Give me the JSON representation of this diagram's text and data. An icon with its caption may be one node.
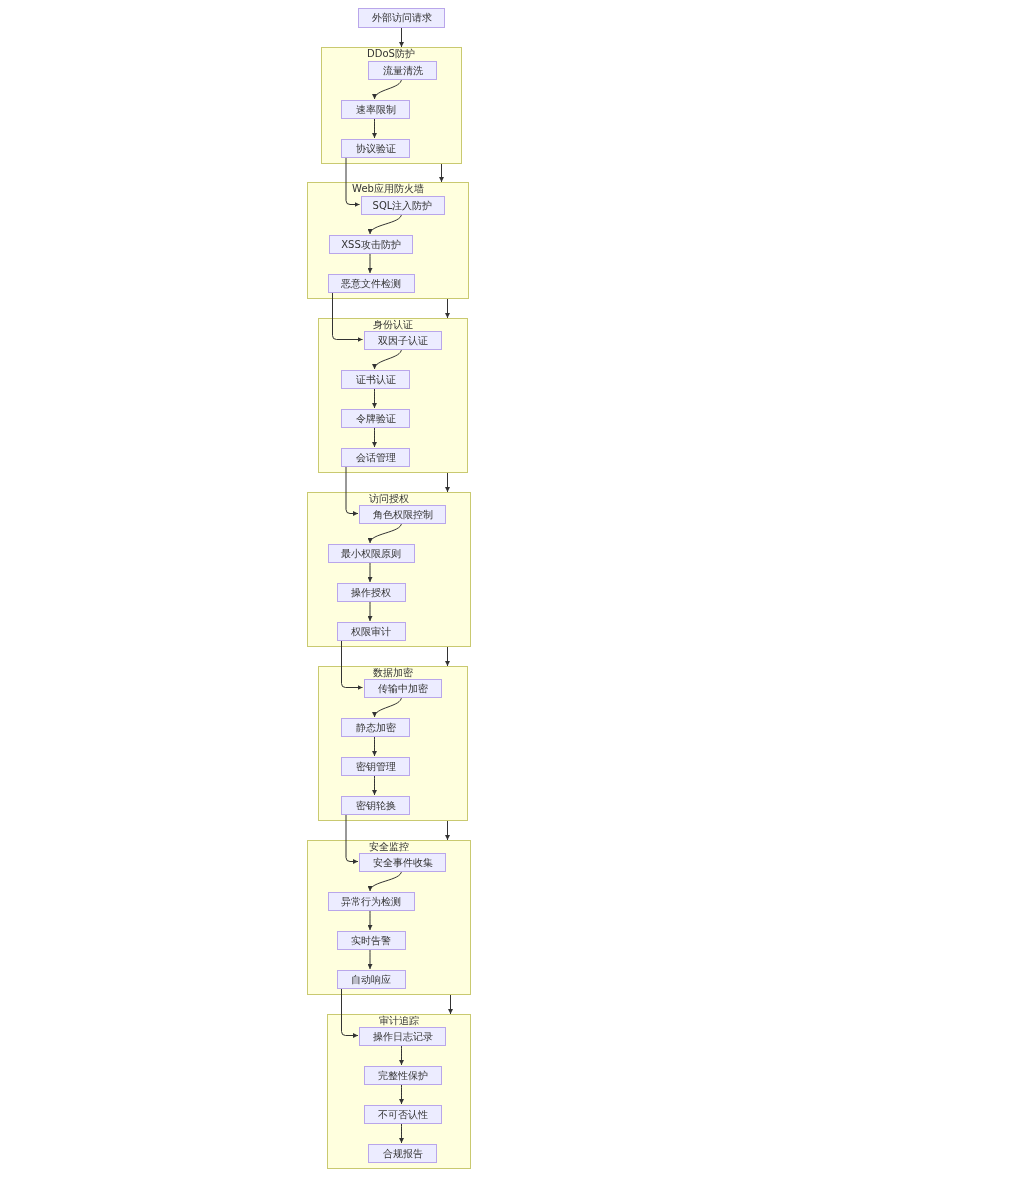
{
  "diagram": {
    "nodes": [
      {
        "text": [
          "外部访问请求"
        ]
      },
      {
        "text": [
          "DDoS防护"
        ]
      },
      {
        "text": [
          "流量清洗"
        ],
        "in": 1
      },
      {
        "text": [
          "速率限制"
        ],
        "in": 1
      },
      {
        "text": [
          "协议验证"
        ],
        "in": 1
      },
      {
        "text": [
          "Web应用防火墙"
        ]
      },
      {
        "text": [
          "SQL注入防护"
        ],
        "in": 5
      },
      {
        "text": [
          "XSS攻击防护"
        ],
        "in": 5
      },
      {
        "text": [
          "恶意文件检测"
        ],
        "in": 5
      },
      {
        "text": [
          "身份认证"
        ]
      },
      {
        "text": [
          "双因子认证"
        ],
        "in": 9
      },
      {
        "text": [
          "证书认证"
        ],
        "in": 9
      },
      {
        "text": [
          "令牌验证"
        ],
        "in": 9
      },
      {
        "text": [
          "会话管理"
        ],
        "in": 9
      },
      {
        "text": [
          "访问授权"
        ]
      },
      {
        "text": [
          "角色权限控制"
        ],
        "in": 14
      },
      {
        "text": [
          "最小权限原则"
        ],
        "in": 14
      },
      {
        "text": [
          "操作授权"
        ],
        "in": 14
      },
      {
        "text": [
          "权限审计"
        ],
        "in": 14
      },
      {
        "text": [
          "数据加密"
        ]
      },
      {
        "text": [
          "传输中加密"
        ],
        "in": 19
      },
      {
        "text": [
          "静态加密"
        ],
        "in": 19
      },
      {
        "text": [
          "密钥管理"
        ],
        "in": 19
      },
      {
        "text": [
          "密钥轮换"
        ],
        "in": 19
      },
      {
        "text": [
          "安全监控"
        ]
      },
      {
        "text": [
          "安全事件收集"
        ],
        "in": 24
      },
      {
        "text": [
          "异常行为检测"
        ],
        "in": 24
      },
      {
        "text": [
          "实时告警"
        ],
        "in": 24
      },
      {
        "text": [
          "自动响应"
        ],
        "in": 24
      },
      {
        "text": [
          "审计追踪"
        ]
      },
      {
        "text": [
          "操作日志记录"
        ],
        "in": 29
      },
      {
        "text": [
          "完整性保护"
        ],
        "in": 29
      },
      {
        "text": [
          "不可否认性"
        ],
        "in": 29
      },
      {
        "text": [
          "合规报告"
        ],
        "in": 29
      }
    ],
    "edges": [
      {
        "from": 0,
        "to": 1,
        "arrow": "to"
      },
      {
        "from": 2,
        "to": 3,
        "arrow": "to"
      },
      {
        "from": 3,
        "to": 4,
        "arrow": "to"
      },
      {
        "from": 4,
        "to": 6,
        "arrow": "to"
      },
      {
        "from": 1,
        "to": 5,
        "arrow": "to"
      },
      {
        "from": 6,
        "to": 7,
        "arrow": "to"
      },
      {
        "from": 7,
        "to": 8,
        "arrow": "to"
      },
      {
        "from": 8,
        "to": 10,
        "arrow": "to"
      },
      {
        "from": 5,
        "to": 9,
        "arrow": "to"
      },
      {
        "from": 10,
        "to": 11,
        "arrow": "to"
      },
      {
        "from": 11,
        "to": 12,
        "arrow": "to"
      },
      {
        "from": 12,
        "to": 13,
        "arrow": "to"
      },
      {
        "from": 13,
        "to": 15,
        "arrow": "to"
      },
      {
        "from": 9,
        "to": 14,
        "arrow": "to"
      },
      {
        "from": 15,
        "to": 16,
        "arrow": "to"
      },
      {
        "from": 16,
        "to": 17,
        "arrow": "to"
      },
      {
        "from": 17,
        "to": 18,
        "arrow": "to"
      },
      {
        "from": 18,
        "to": 20,
        "arrow": "to"
      },
      {
        "from": 14,
        "to": 19,
        "arrow": "to"
      },
      {
        "from": 20,
        "to": 21,
        "arrow": "to"
      },
      {
        "from": 21,
        "to": 22,
        "arrow": "to"
      },
      {
        "from": 22,
        "to": 23,
        "arrow": "to"
      },
      {
        "from": 23,
        "to": 25,
        "arrow": "to"
      },
      {
        "from": 19,
        "to": 24,
        "arrow": "to"
      },
      {
        "from": 25,
        "to": 26,
        "arrow": "to"
      },
      {
        "from": 26,
        "to": 27,
        "arrow": "to"
      },
      {
        "from": 27,
        "to": 28,
        "arrow": "to"
      },
      {
        "from": 28,
        "to": 30,
        "arrow": "to"
      },
      {
        "from": 24,
        "to": 29,
        "arrow": "to"
      },
      {
        "from": 30,
        "to": 31,
        "arrow": "to"
      },
      {
        "from": 31,
        "to": 32,
        "arrow": "to"
      },
      {
        "from": 32,
        "to": 33,
        "arrow": "to"
      }
    ]
  }
}
